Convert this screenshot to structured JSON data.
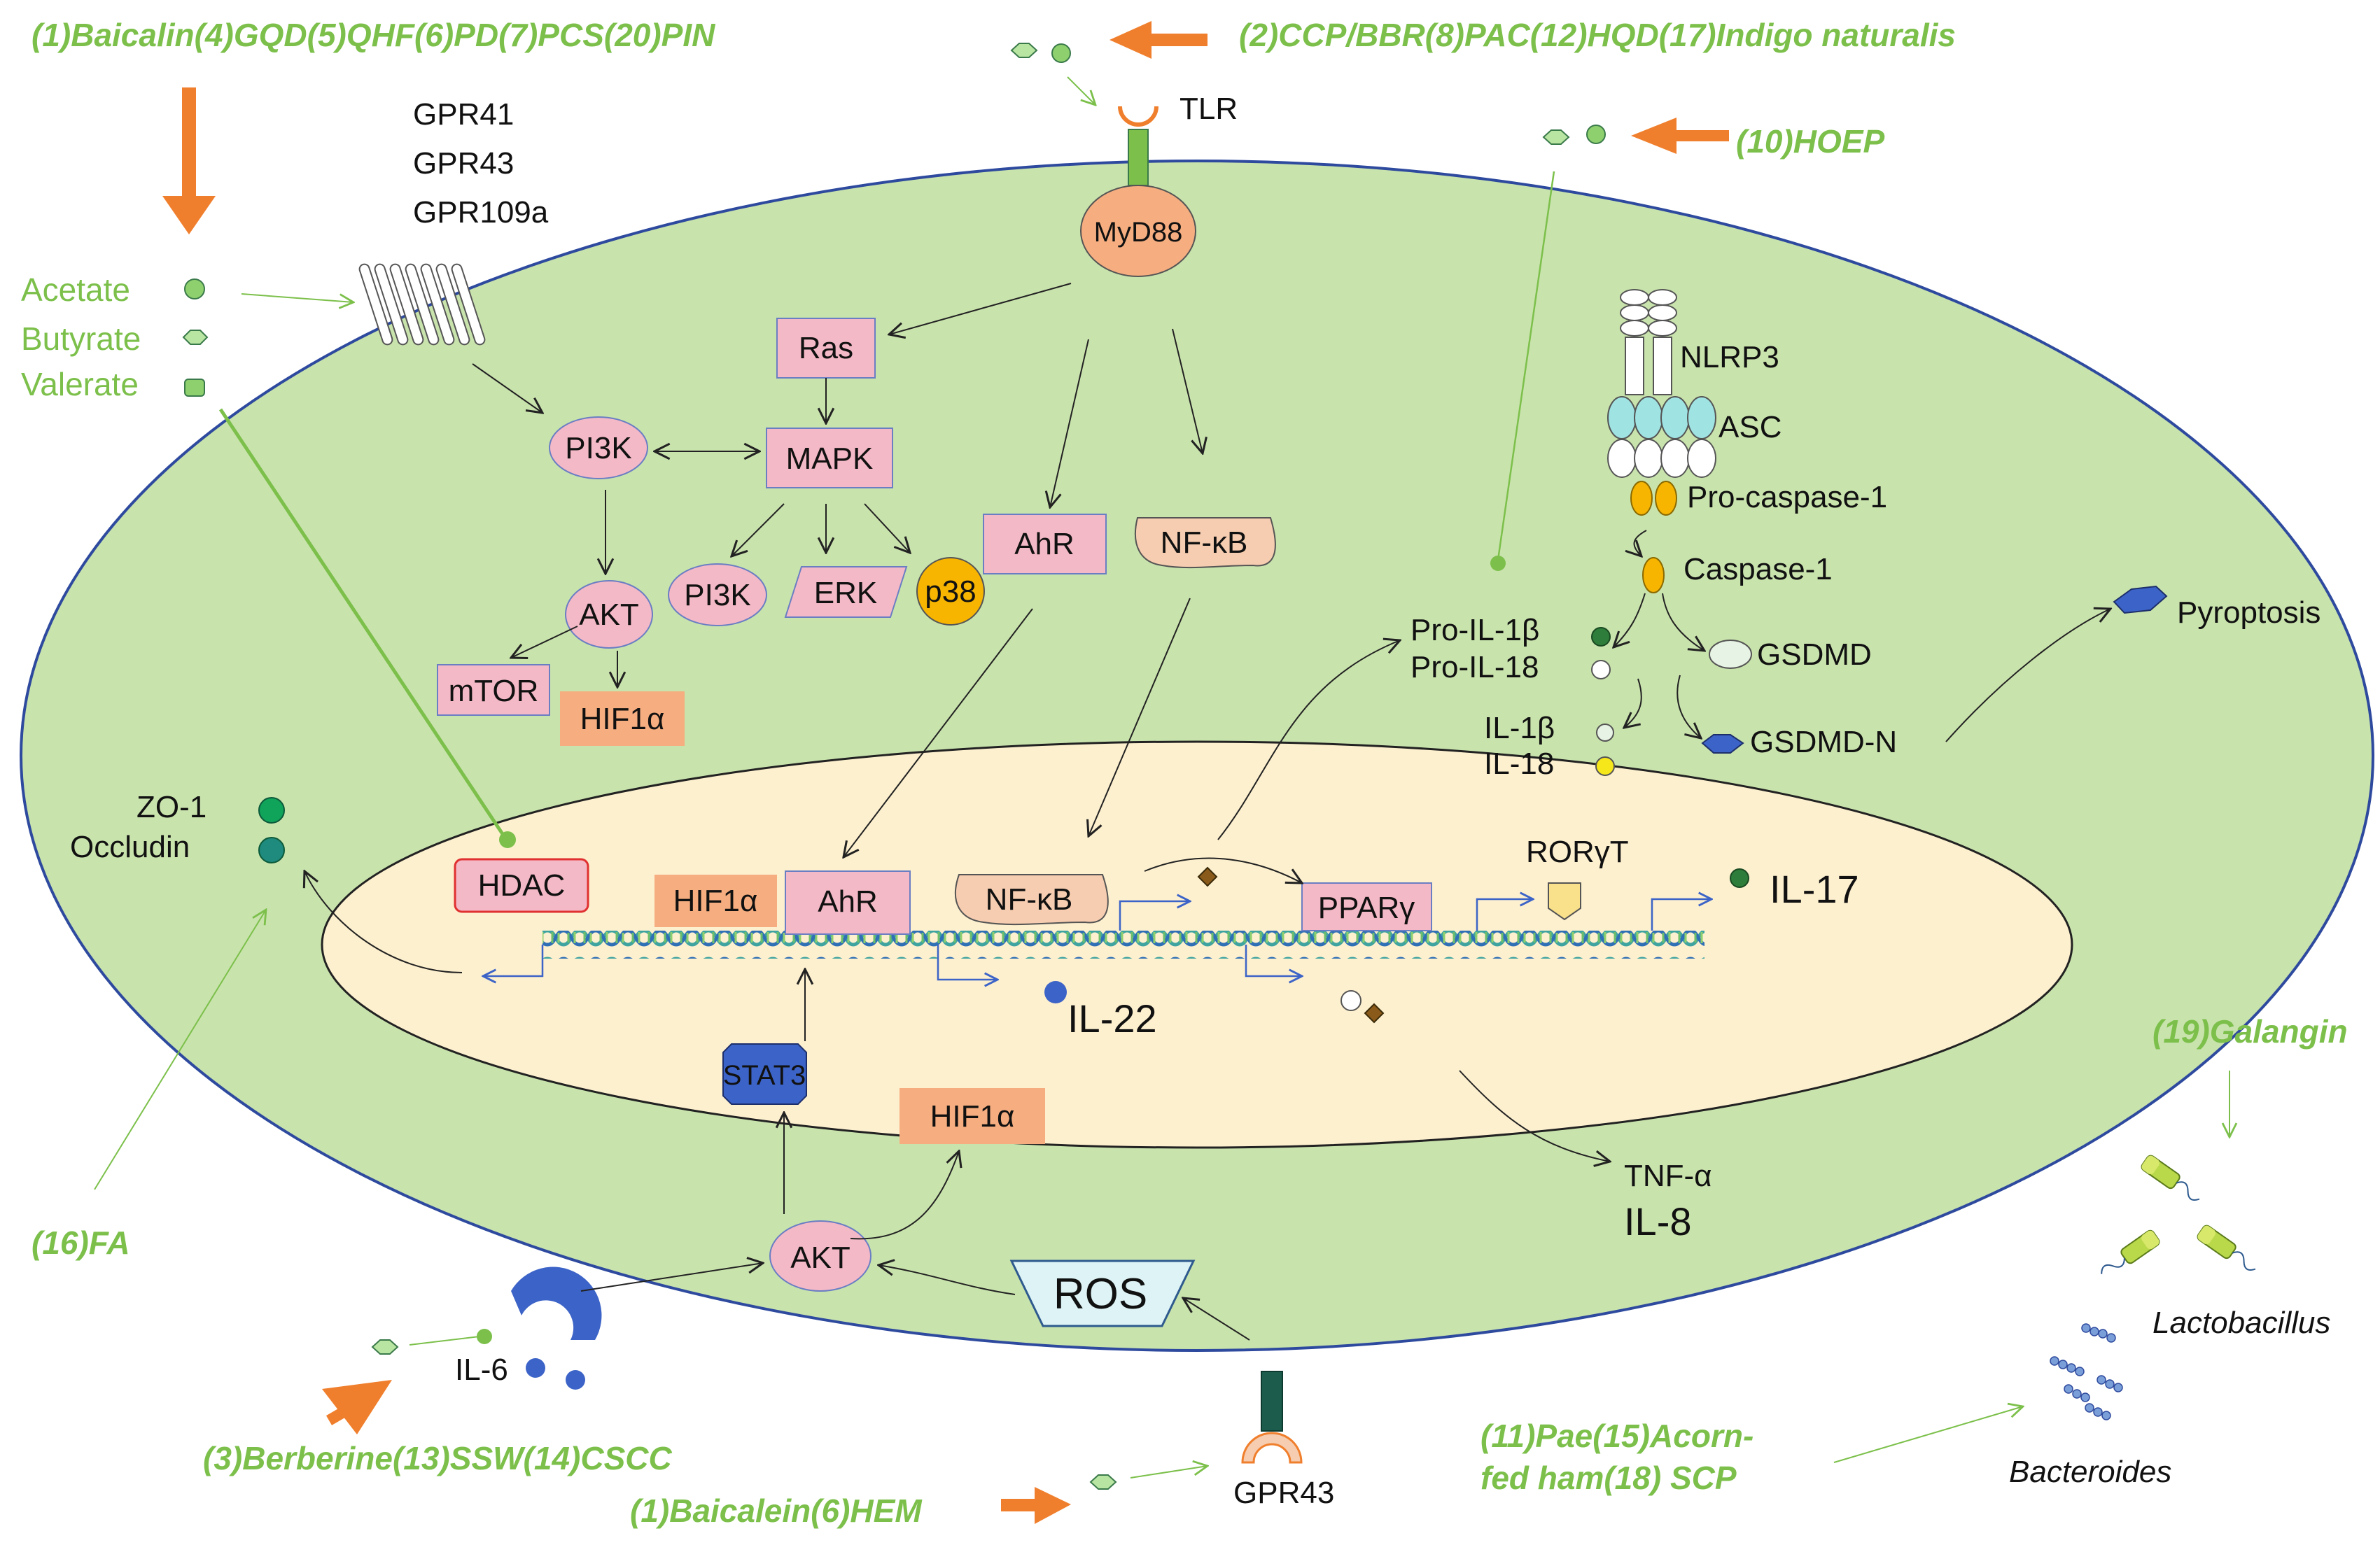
{
  "external_interventions": {
    "top_left": "(1)Baicalin(4)GQD(5)QHF(6)PD(7)PCS(20)PIN",
    "top_center": "(2)CCP/BBR(8)PAC(12)HQD(17)Indigo naturalis",
    "top_right": "(10)HOEP",
    "left_fa": "(16)FA",
    "bottom_left": "(3)Berberine(13)SSW(14)CSCC",
    "bottom_center": "(1)Baicalein(6)HEM",
    "bottom_right_line1": "(11)Pae(15)Acorn-",
    "bottom_right_line2": "fed ham(18) SCP",
    "right_galangin": "(19)Galangin"
  },
  "receptors": {
    "gpr_list": [
      "GPR41",
      "GPR43",
      "GPR109a"
    ],
    "tlr": "TLR",
    "myd88": "MyD88",
    "gpr43_bottom": "GPR43",
    "il6": "IL-6"
  },
  "scfa": {
    "acetate": "Acetate",
    "butyrate": "Butyrate",
    "valerate": "Valerate"
  },
  "cytoplasm": {
    "ras": "Ras",
    "pi3k_top": "PI3K",
    "mapk": "MAPK",
    "akt_top": "AKT",
    "pi3k_mid": "PI3K",
    "erk": "ERK",
    "p38": "p38",
    "ahr": "AhR",
    "nfkb": "NF-κB",
    "mtor": "mTOR",
    "hif_top": "HIF1α",
    "stat3": "STAT3",
    "hif_bottom": "HIF1α",
    "akt_bottom": "AKT",
    "ros": "ROS",
    "zo1": "ZO-1",
    "occludin": "Occludin"
  },
  "inflammasome": {
    "nlrp3": "NLRP3",
    "asc": "ASC",
    "pro_caspase": "Pro-caspase-1",
    "caspase": "Caspase-1",
    "pro_il1b": "Pro-IL-1β",
    "pro_il18": "Pro-IL-18",
    "gsdmd": "GSDMD",
    "il1b": "IL-1β",
    "il18": "IL-18",
    "gsdmd_n": "GSDMD-N",
    "pyroptosis": "Pyroptosis"
  },
  "nucleus": {
    "hdac": "HDAC",
    "hif": "HIF1α",
    "ahr": "AhR",
    "nfkb": "NF-κB",
    "ppar": "PPARγ",
    "rorgt": "RORγT",
    "il17": "IL-17",
    "il22": "IL-22",
    "tnf": "TNF-α",
    "il8": "IL-8"
  },
  "bacteria": {
    "lactobacillus": "Lactobacillus",
    "bacteroides": "Bacteroides"
  },
  "colors": {
    "cell_fill": "#c9e3ad",
    "cell_stroke": "#2e4a9e",
    "nucleus_fill": "#fdf0cf",
    "pink": "#f4b9c6",
    "orange_box": "#f6ae80",
    "green_text": "#7cc04b",
    "orange_arrow": "#f07f2d",
    "blue": "#3c63c7"
  }
}
